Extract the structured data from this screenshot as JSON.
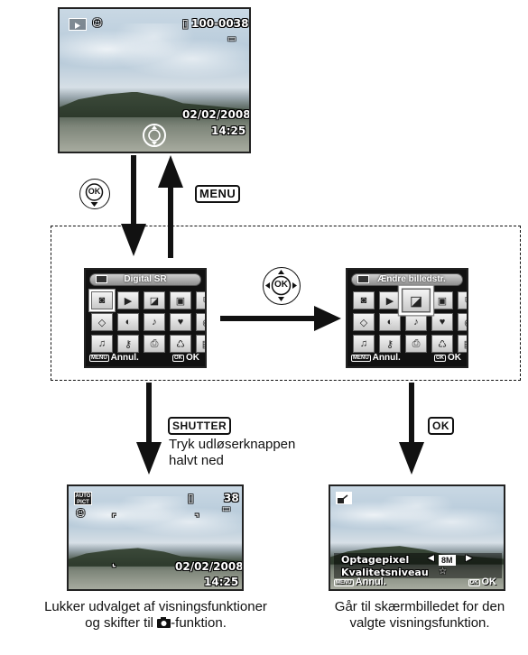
{
  "top_screen": {
    "file_number": "100-0038",
    "date": "02/02/2008",
    "time": "14:25"
  },
  "keys": {
    "ok_label": "OK",
    "menu_label": "MENU",
    "shutter_label": "SHUTTER"
  },
  "menu_left": {
    "title": "Digital SR",
    "cancel": "Annul.",
    "ok": "OK",
    "foot_menu": "MENU",
    "foot_ok": "OK"
  },
  "menu_right": {
    "title": "Ændre billedstr.",
    "cancel": "Annul.",
    "ok": "OK",
    "foot_menu": "MENU",
    "foot_ok": "OK"
  },
  "shutter_instruction": [
    "Tryk udløserknappen",
    "halvt ned"
  ],
  "bottom_left_screen": {
    "mode_badge": [
      "AUTO",
      "PICT"
    ],
    "shots_remaining": "38",
    "date": "02/02/2008",
    "time": "14:25"
  },
  "bottom_right_screen": {
    "row1_label": "Optagepixel",
    "row1_value": "8M",
    "row2_label": "Kvalitetsniveau",
    "row2_value": "☆",
    "foot_menu": "MENU",
    "cancel": "Annul.",
    "foot_ok": "OK",
    "ok": "OK"
  },
  "captions": {
    "left_line1": "Lukker udvalget af visningsfunktioner",
    "left_line2_pre": "og skifter til ",
    "left_line2_post": "-funktion.",
    "right_line1": "Går til skærmbilledet for den",
    "right_line2": "valgte visningsfunktion."
  }
}
